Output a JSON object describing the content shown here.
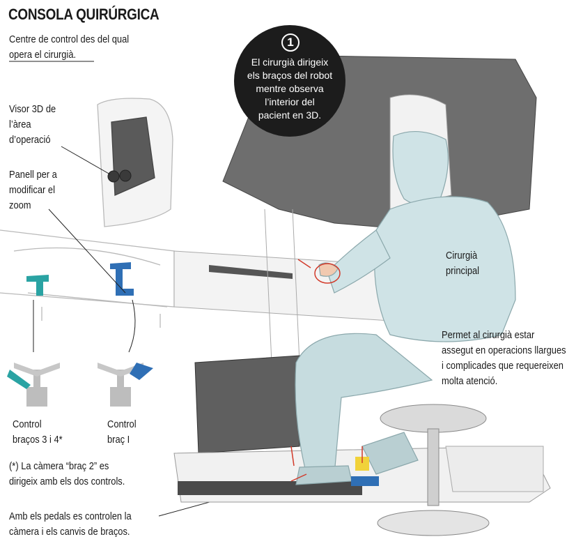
{
  "title": "CONSOLA QUIRÚRGICA",
  "intro": [
    "Centre de control des del qual",
    "opera el cirurgià."
  ],
  "callout": {
    "number": "1",
    "lines": [
      "El cirurgià dirigeix",
      "els braços del robot",
      "mentre observa",
      "l’interior del",
      "pacient en 3D."
    ]
  },
  "labels": {
    "visor": [
      "Visor 3D de",
      "l’àrea",
      "d’operació"
    ],
    "panell": [
      "Panell per a",
      "modificar el",
      "zoom"
    ],
    "cirurgia": [
      "Cirurgià",
      "principal"
    ],
    "seient": [
      "Permet al cirurgià estar",
      "assegut en operacions llargues",
      "i complicades que requereixen",
      "molta atenció."
    ],
    "control_a": [
      "Control",
      "braços 3 i 4*"
    ],
    "control_b": [
      "Control",
      "braç I"
    ],
    "nota": [
      "(*) La càmera “braç 2” es",
      "dirigeix amb els dos controls."
    ],
    "pedals": [
      "Amb els pedals es controlen la",
      "càmera i els canvis de braços."
    ]
  },
  "colors": {
    "teal": "#2aa3a3",
    "blue": "#2f6fb5",
    "red": "#d23a2a",
    "yellow": "#f1d23a",
    "gown": "#cfe3e6",
    "console": "#6e6e6e"
  }
}
